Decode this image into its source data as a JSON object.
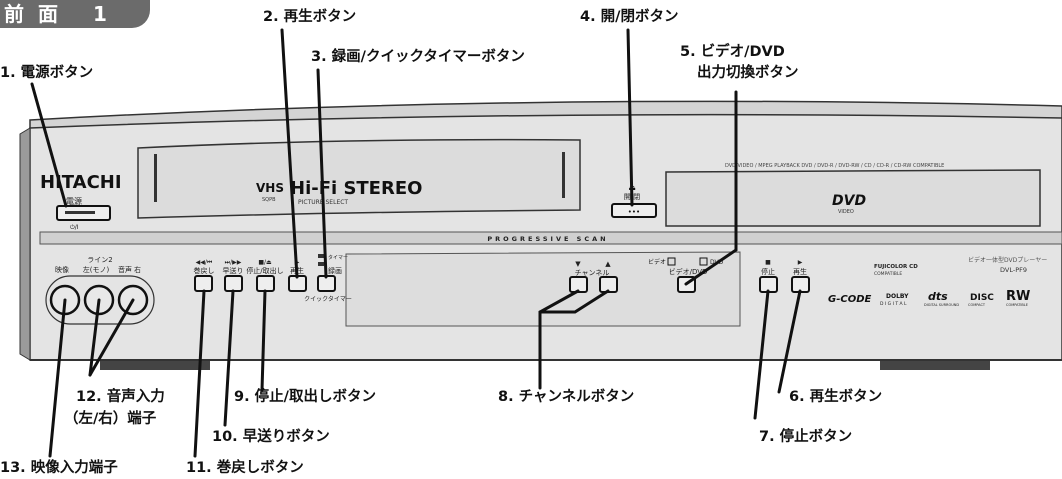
{
  "section_tab": "前面 1",
  "brand": "HITACHI",
  "panel": {
    "power_label": "電源",
    "power_symbol": "⏻/I",
    "vhs_logo": "VHS",
    "vhs_sub": "SQPB",
    "hifi_stereo": "Hi-Fi STEREO",
    "picture_select": "PICTURE SELECT",
    "open_close_label": "開/閉",
    "dvd_compat": "DVD-VIDEO / MPEG PLAYBACK DVD / DVD-R / DVD-RW / CD / CD-R / CD-RW COMPATIBLE",
    "dvd_logo": "DVD",
    "dvd_logo_sub": "VIDEO",
    "progressive_scan": "PROGRESSIVE SCAN",
    "input_header": "ライン2",
    "input_video": "映像",
    "input_audio_left": "左(モノ)",
    "input_audio_header": "音声",
    "input_audio_right": "右",
    "rew_symbol": "◀◀/⏮",
    "rew_label": "巻戻し",
    "ff_symbol": "⏭/▶▶",
    "ff_label": "早送り",
    "stop_eject_symbol": "■/⏏",
    "stop_eject_label": "停止/取出し",
    "play_symbol": "▶",
    "play_label": "再生",
    "timer_label": "タイマー",
    "rec_label": "録画",
    "quick_timer_label": "クイックタイマー",
    "channel_label": "チャンネル",
    "video_indicator": "ビデオ",
    "dvd_indicator": "DVD",
    "video_dvd_label": "ビデオ/DVD",
    "dvd_stop_label": "停止",
    "dvd_play_label": "再生",
    "fujicolor": "FUJICOLOR CD",
    "fujicolor_sub": "COMPATIBLE",
    "model_caption": "ビデオ一体型DVDプレーヤー",
    "model_number": "DVL-PF9",
    "gcode": "G-CODE",
    "dolby": "DOLBY",
    "dolby_sub": "D I G I T A L",
    "dts": "dts",
    "dts_sub": "DIGITAL SURROUND",
    "disc_logo": "DISC",
    "disc_sub": "COMPACT",
    "rw_logo": "RW",
    "rw_sub": "COMPATIBLE"
  },
  "callouts": [
    "1. 電源ボタン",
    "2. 再生ボタン",
    "3. 録画/クイックタイマーボタン",
    "4. 開/閉ボタン",
    "5. ビデオ/DVD",
    "出力切換ボタン",
    "6. 再生ボタン",
    "7. 停止ボタン",
    "8. チャンネルボタン",
    "9. 停止/取出しボタン",
    "10. 早送りボタン",
    "11. 巻戻しボタン",
    "12. 音声入力",
    "（左/右）端子",
    "13. 映像入力端子"
  ]
}
